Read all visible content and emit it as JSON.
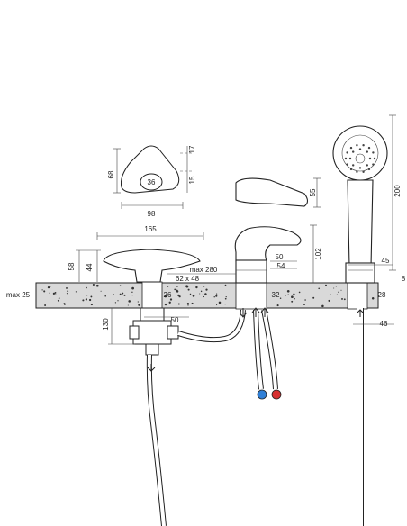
{
  "dimensions": {
    "shower_head_height": "200",
    "knob_top_width": "98",
    "knob_top_height": "68",
    "knob_center": "36",
    "knob_right_top": "17",
    "knob_right_bottom": "15",
    "spout_height": "55",
    "knob_width": "165",
    "knob_height_outer": "58",
    "knob_height_inner": "44",
    "max_reach": "max 280",
    "hole_size": "62 x 48",
    "mixer_height": "102",
    "mixer_width_top": "50",
    "mixer_width_bottom": "54",
    "holder_width": "45",
    "right_gap": "8",
    "deck_thickness": "max 25",
    "hole_left": "26",
    "hole_mixer": "32",
    "hole_shower": "28",
    "under_depth": "130",
    "under_width": "50",
    "hose_diameter": "46"
  },
  "colors": {
    "cold": "#2f7fd6",
    "hot": "#d62f2f",
    "deck_fill": "#d9d9d9",
    "line": "#222222"
  }
}
